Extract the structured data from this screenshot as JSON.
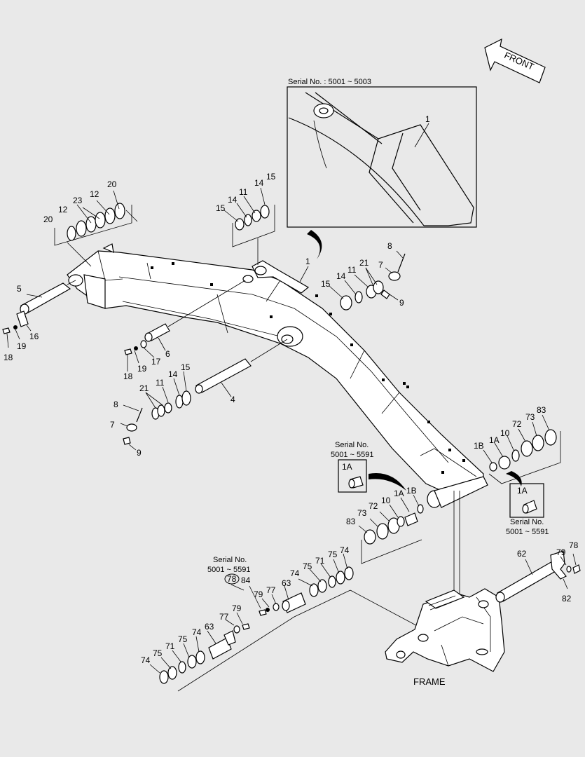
{
  "callouts": {
    "c1": "1",
    "c1b": "1",
    "c4": "4",
    "c5": "5",
    "c6": "6",
    "c7a": "7",
    "c7b": "7",
    "c8a": "8",
    "c8b": "8",
    "c9a": "9",
    "c9b": "9",
    "c10a": "10",
    "c10b": "10",
    "c11a": "11",
    "c11b": "11",
    "c11c": "11",
    "c12a": "12",
    "c12b": "12",
    "c14a": "14",
    "c14b": "14",
    "c14c": "14",
    "c15a": "15",
    "c15b": "15",
    "c15c": "15",
    "c15d": "15",
    "c16": "16",
    "c17": "17",
    "c18a": "18",
    "c18b": "18",
    "c19a": "19",
    "c19b": "19",
    "c20a": "20",
    "c20b": "20",
    "c21a": "21",
    "c21b": "21",
    "c23": "23",
    "c1a_a": "1A",
    "c1a_b": "1A",
    "c1a_c": "1A",
    "c1a_d": "1A",
    "c1b_a": "1B",
    "c1b_b": "1B",
    "c62": "62",
    "c63a": "63",
    "c63b": "63",
    "c71a": "71",
    "c71b": "71",
    "c72a": "72",
    "c72b": "72",
    "c73a": "73",
    "c73b": "73",
    "c74a": "74",
    "c74b": "74",
    "c74c": "74",
    "c74d": "74",
    "c75a": "75",
    "c75b": "75",
    "c75c": "75",
    "c75d": "75",
    "c77a": "77",
    "c77b": "77",
    "c78a": "78",
    "c78b": "78",
    "c79a": "79",
    "c79b": "79",
    "c79c": "79",
    "c82": "82",
    "c83a": "83",
    "c83b": "83",
    "c84": "84"
  },
  "notes": {
    "front": "FRONT",
    "serial_5001_5003": "Serial No. : 5001 ~ 5003",
    "serial_label": "Serial No.",
    "serial_range_5591": "5001 ~ 5591",
    "frame": "FRAME"
  }
}
